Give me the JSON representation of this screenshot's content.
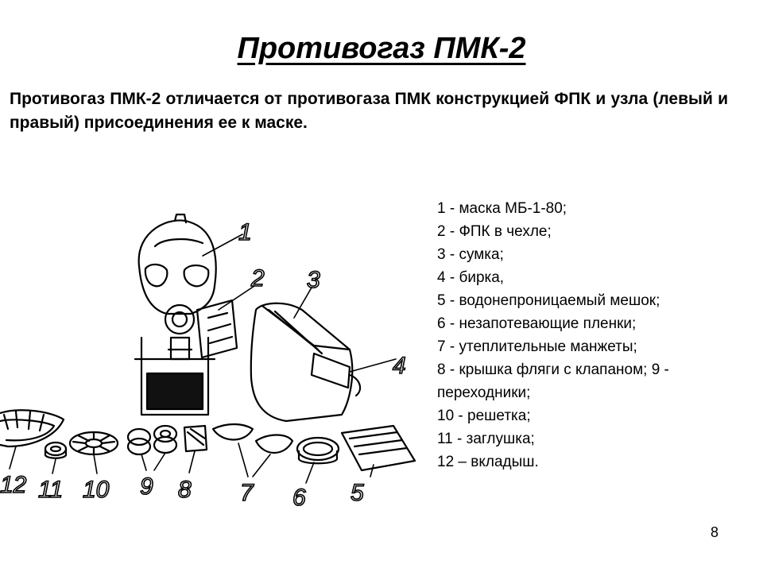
{
  "slide": {
    "title": "Противогаз ПМК-2",
    "lead": "Противогаз ПМК-2 отличается от противогаза ПМК конструкцией ФПК и узла (левый и правый) присоединения ее к маске.",
    "legend": [
      "1 - маска МБ-1-80;",
      "2 - ФПК в чехле;",
      "3 - сумка;",
      "4 - бирка,",
      "5 - водонепроницаемый мешок;",
      "6 - незапотевающие пленки;",
      "7 - утеплительные манжеты;",
      "8 -  крышка фляги с клапаном; 9 - переходники;",
      "10 - решетка;",
      "11 - заглушка;",
      "12 – вкладыш."
    ],
    "page_number": "8"
  },
  "illustration": {
    "callouts": [
      "1",
      "2",
      "3",
      "4",
      "5",
      "6",
      "7",
      "8",
      "9",
      "10",
      "11",
      "12"
    ]
  }
}
